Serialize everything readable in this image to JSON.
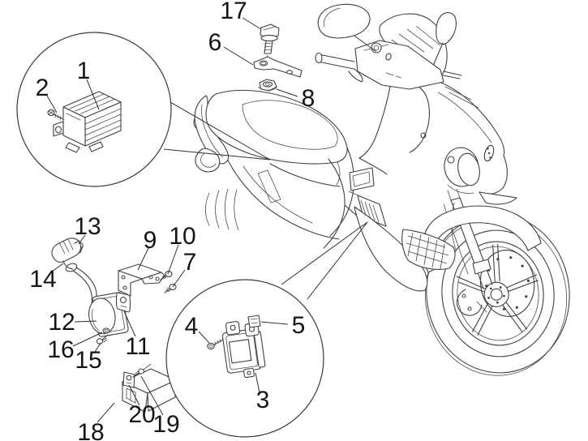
{
  "diagram": {
    "type": "exploded-parts-diagram",
    "subject": "scooter-electrical-devices",
    "colors": {
      "line": "#3f3f3f",
      "label": "#141414",
      "background": "#ffffff"
    },
    "labels": {
      "p1": "1",
      "p2": "2",
      "p3": "3",
      "p4": "4",
      "p5": "5",
      "p6": "6",
      "p7": "7",
      "p8": "8",
      "p9": "9",
      "p10": "10",
      "p11": "11",
      "p12": "12",
      "p13": "13",
      "p14": "14",
      "p15": "15",
      "p16": "16",
      "p17": "17",
      "p18": "18",
      "p19": "19",
      "p20": "20"
    }
  }
}
